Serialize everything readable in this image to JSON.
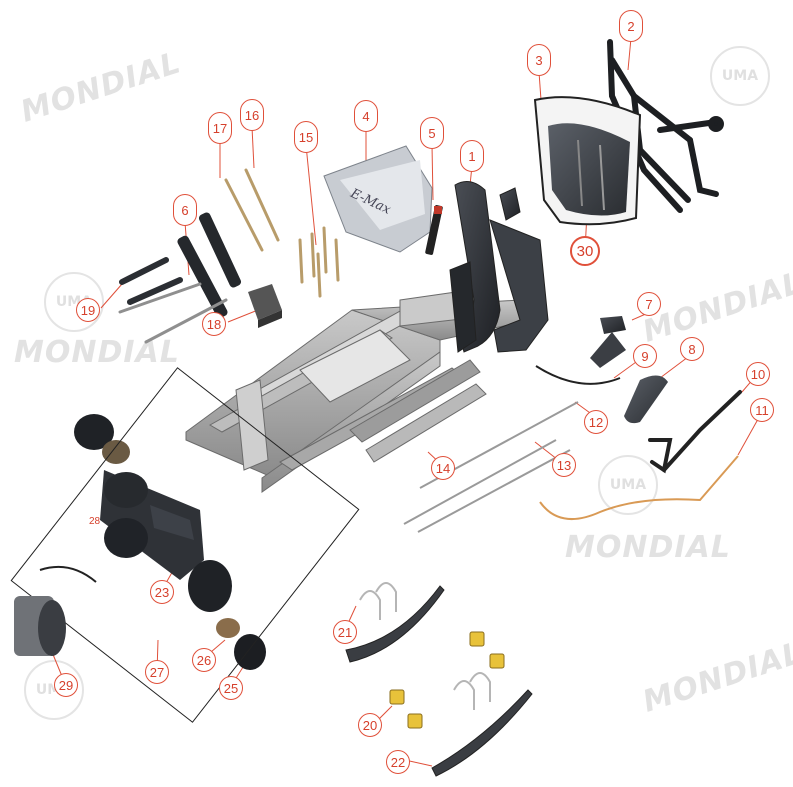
{
  "watermarks": {
    "brand": "MONDIAL",
    "logo": "UMA"
  },
  "callouts": {
    "c1": "1",
    "c2": "2",
    "c3": "3",
    "c4": "4",
    "c5": "5",
    "c6": "6",
    "c7": "7",
    "c8": "8",
    "c9": "9",
    "c10": "10",
    "c11": "11",
    "c12": "12",
    "c13": "13",
    "c14": "14",
    "c15": "15",
    "c16": "16",
    "c17": "17",
    "c18": "18",
    "c19": "19",
    "c20": "20",
    "c21": "21",
    "c22": "22",
    "c23": "23",
    "c25": "25",
    "c26": "26",
    "c27": "27",
    "c28": "28",
    "c29": "29",
    "c30": "30"
  },
  "decal_text": "E-Max",
  "colors": {
    "callout": "#d6402c",
    "frame": "#9a9a9a",
    "part_dark": "#2b2e33",
    "accent_yellow": "#e8c23a",
    "wire_orange": "#d99a55"
  }
}
